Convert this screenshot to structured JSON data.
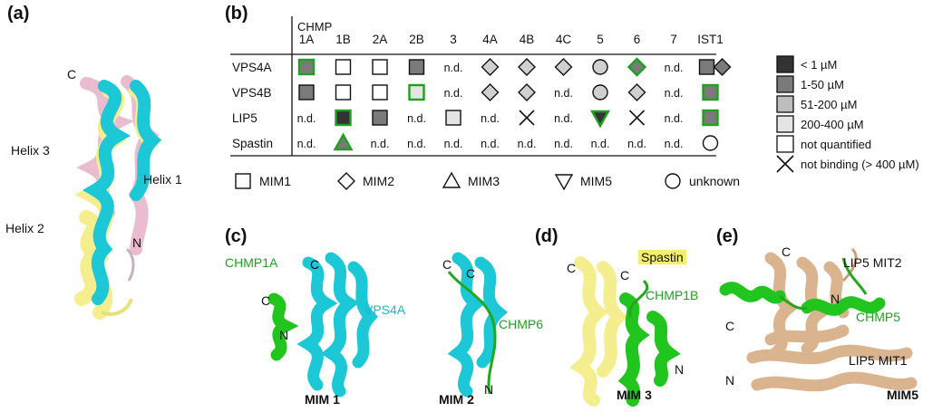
{
  "panel_labels": {
    "a": "(a)",
    "b": "(b)",
    "c": "(c)",
    "d": "(d)",
    "e": "(e)"
  },
  "panel_a": {
    "c_label": "C",
    "n_label": "N",
    "helix1": "Helix 1",
    "helix2": "Helix 2",
    "helix3": "Helix 3"
  },
  "table": {
    "header": "CHMP",
    "columns": [
      "1A",
      "1B",
      "2A",
      "2B",
      "3",
      "4A",
      "4B",
      "4C",
      "5",
      "6",
      "7",
      "IST1"
    ],
    "rows": [
      {
        "name": "VPS4A",
        "cells": [
          {
            "shape": "square",
            "fill": "#7a7a7a",
            "border": "green"
          },
          {
            "shape": "square",
            "fill": "#ffffff",
            "border": "black"
          },
          {
            "shape": "square",
            "fill": "#ffffff",
            "border": "black"
          },
          {
            "shape": "square",
            "fill": "#7a7a7a",
            "border": "black"
          },
          {
            "shape": "text",
            "text": "n.d."
          },
          {
            "shape": "diamond",
            "fill": "#d0d0d0",
            "border": "black"
          },
          {
            "shape": "diamond",
            "fill": "#d0d0d0",
            "border": "black"
          },
          {
            "shape": "diamond",
            "fill": "#d0d0d0",
            "border": "black"
          },
          {
            "shape": "circle",
            "fill": "#d0d0d0",
            "border": "black"
          },
          {
            "shape": "diamond",
            "fill": "#7a7a7a",
            "border": "green"
          },
          {
            "shape": "text",
            "text": "n.d."
          },
          {
            "shape": "square+diamond",
            "fill": "#7a7a7a",
            "border": "black"
          }
        ]
      },
      {
        "name": "VPS4B",
        "cells": [
          {
            "shape": "square",
            "fill": "#7a7a7a",
            "border": "black"
          },
          {
            "shape": "square",
            "fill": "#ffffff",
            "border": "black"
          },
          {
            "shape": "square",
            "fill": "#ffffff",
            "border": "black"
          },
          {
            "shape": "square",
            "fill": "#e4e4e4",
            "border": "green"
          },
          {
            "shape": "text",
            "text": "n.d."
          },
          {
            "shape": "diamond",
            "fill": "#d0d0d0",
            "border": "black"
          },
          {
            "shape": "diamond",
            "fill": "#d0d0d0",
            "border": "black"
          },
          {
            "shape": "text",
            "text": "n.d."
          },
          {
            "shape": "circle",
            "fill": "#d0d0d0",
            "border": "black"
          },
          {
            "shape": "diamond",
            "fill": "#d0d0d0",
            "border": "black"
          },
          {
            "shape": "text",
            "text": "n.d."
          },
          {
            "shape": "square",
            "fill": "#7a7a7a",
            "border": "green"
          }
        ]
      },
      {
        "name": "LIP5",
        "cells": [
          {
            "shape": "text",
            "text": "n.d."
          },
          {
            "shape": "square",
            "fill": "#333333",
            "border": "green"
          },
          {
            "shape": "square",
            "fill": "#7a7a7a",
            "border": "black"
          },
          {
            "shape": "text",
            "text": "n.d."
          },
          {
            "shape": "square",
            "fill": "#e4e4e4",
            "border": "black"
          },
          {
            "shape": "text",
            "text": "n.d."
          },
          {
            "shape": "cross"
          },
          {
            "shape": "text",
            "text": "n.d."
          },
          {
            "shape": "triangle-down",
            "fill": "#333333",
            "border": "green"
          },
          {
            "shape": "cross"
          },
          {
            "shape": "text",
            "text": "n.d."
          },
          {
            "shape": "square",
            "fill": "#7a7a7a",
            "border": "green"
          }
        ]
      },
      {
        "name": "Spastin",
        "cells": [
          {
            "shape": "text",
            "text": "n.d."
          },
          {
            "shape": "triangle-up",
            "fill": "#7a7a7a",
            "border": "green"
          },
          {
            "shape": "text",
            "text": "n.d."
          },
          {
            "shape": "text",
            "text": "n.d."
          },
          {
            "shape": "text",
            "text": "n.d."
          },
          {
            "shape": "text",
            "text": "n.d."
          },
          {
            "shape": "text",
            "text": "n.d."
          },
          {
            "shape": "text",
            "text": "n.d."
          },
          {
            "shape": "text",
            "text": "n.d."
          },
          {
            "shape": "text",
            "text": "n.d."
          },
          {
            "shape": "text",
            "text": "n.d."
          },
          {
            "shape": "circle",
            "fill": "#ffffff",
            "border": "black"
          }
        ]
      }
    ],
    "motif_legend": [
      {
        "shape": "square",
        "label": "MIM1"
      },
      {
        "shape": "diamond",
        "label": "MIM2"
      },
      {
        "shape": "triangle-up",
        "label": "MIM3"
      },
      {
        "shape": "triangle-down",
        "label": "MIM5"
      },
      {
        "shape": "circle",
        "label": "unknown"
      }
    ]
  },
  "affinity_legend": [
    {
      "fill": "#333333",
      "label": "< 1 µM"
    },
    {
      "fill": "#7a7a7a",
      "label": "1-50 µM"
    },
    {
      "fill": "#bdbdbd",
      "label": "51-200 µM"
    },
    {
      "fill": "#e4e4e4",
      "label": "200-400 µM"
    },
    {
      "fill": "#ffffff",
      "label": "not quantified"
    },
    {
      "fill": "cross",
      "label": "not binding (> 400 µM)"
    }
  ],
  "colors": {
    "green": "#1fa11f",
    "cyan": "#1cc7d6",
    "yellow": "#f4ee8e",
    "pink": "#e9bcd0",
    "tan": "#d9b48e"
  },
  "panel_c": {
    "c1": "C",
    "c2": "C",
    "c3": "C",
    "c4": "C",
    "n1": "N",
    "n2": "N",
    "chmp1a": "CHMP1A",
    "vps4a": "VPS4A",
    "chmp6": "CHMP6",
    "mim1": "MIM 1",
    "mim2": "MIM 2"
  },
  "panel_d": {
    "c1": "C",
    "c2": "C",
    "n": "N",
    "spastin": "Spastin",
    "chmp1b": "CHMP1B",
    "mim3": "MIM 3"
  },
  "panel_e": {
    "c1": "C",
    "c2": "C",
    "n1": "N",
    "n2": "N",
    "mit2": "LIP5 MIT2",
    "chmp5": "CHMP5",
    "mit1": "LIP5 MIT1",
    "mim5": "MIM5"
  }
}
